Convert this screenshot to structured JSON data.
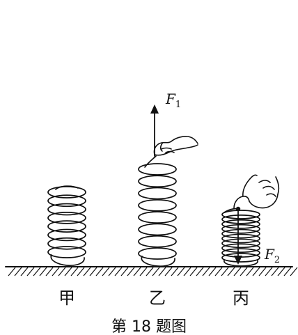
{
  "caption": "第 18 题图",
  "springs": [
    {
      "id": "jia",
      "label": "甲"
    },
    {
      "id": "yi",
      "label": "乙"
    },
    {
      "id": "bing",
      "label": "丙"
    }
  ],
  "forces": {
    "f1": {
      "letter": "F",
      "subscript": "1"
    },
    "f2": {
      "letter": "F",
      "subscript": "2"
    }
  }
}
